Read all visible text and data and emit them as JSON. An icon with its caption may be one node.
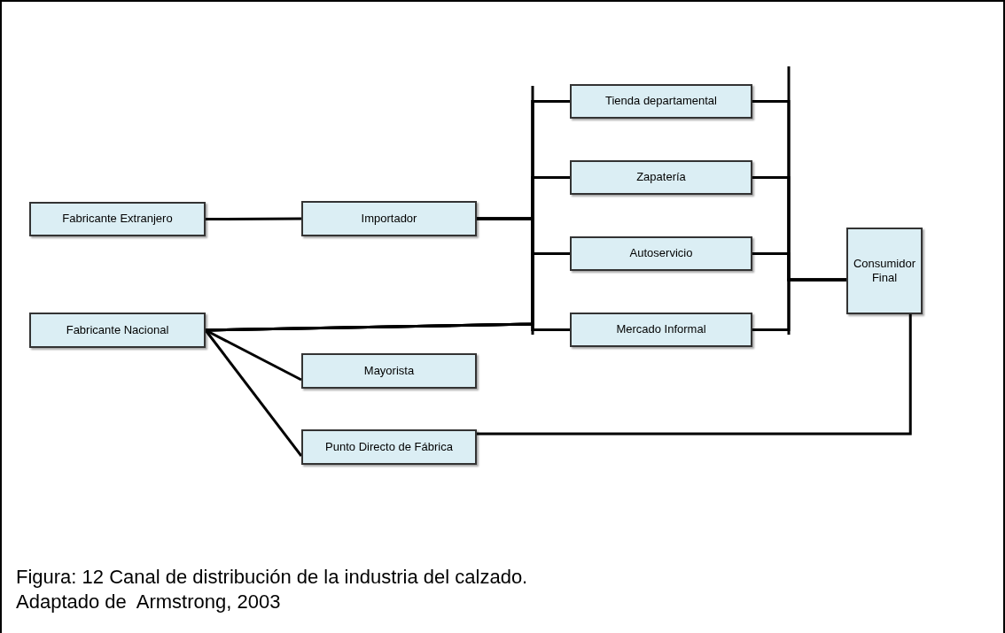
{
  "diagram": {
    "caption": "Figura: 12 Canal de distribución de la industria del calzado.",
    "nodes": [
      {
        "text": [
          "Fabricante Extranjero"
        ]
      },
      {
        "text": [
          "Importador"
        ]
      },
      {
        "text": [
          "Tienda departamental"
        ]
      },
      {
        "text": [
          "Zapatería"
        ]
      },
      {
        "text": [
          "Autoservicio"
        ]
      },
      {
        "text": [
          "Mercado Informal"
        ]
      },
      {
        "text": [
          "Consumidor Final"
        ]
      },
      {
        "text": [
          "Fabricante Nacional"
        ]
      },
      {
        "text": [
          "Mayorista"
        ]
      },
      {
        "text": [
          "Punto Directo de Fábrica"
        ]
      }
    ],
    "edges": [
      {
        "from": 0,
        "to": 1,
        "arrow": "none"
      },
      {
        "from": 1,
        "to": 2,
        "arrow": "none"
      },
      {
        "from": 1,
        "to": 3,
        "arrow": "none"
      },
      {
        "from": 1,
        "to": 4,
        "arrow": "none"
      },
      {
        "from": 1,
        "to": 5,
        "arrow": "none"
      },
      {
        "from": 7,
        "to": 2,
        "arrow": "none"
      },
      {
        "from": 7,
        "to": 3,
        "arrow": "none"
      },
      {
        "from": 7,
        "to": 4,
        "arrow": "none"
      },
      {
        "from": 7,
        "to": 5,
        "arrow": "none"
      },
      {
        "from": 2,
        "to": 6,
        "arrow": "none"
      },
      {
        "from": 3,
        "to": 6,
        "arrow": "none"
      },
      {
        "from": 4,
        "to": 6,
        "arrow": "none"
      },
      {
        "from": 5,
        "to": 6,
        "arrow": "none"
      },
      {
        "from": 7,
        "to": 8,
        "arrow": "none"
      },
      {
        "from": 7,
        "to": 9,
        "arrow": "none"
      },
      {
        "from": 9,
        "to": 6,
        "arrow": "none"
      }
    ],
    "labels": [
      "Adaptado de  Armstrong, 2003"
    ]
  }
}
